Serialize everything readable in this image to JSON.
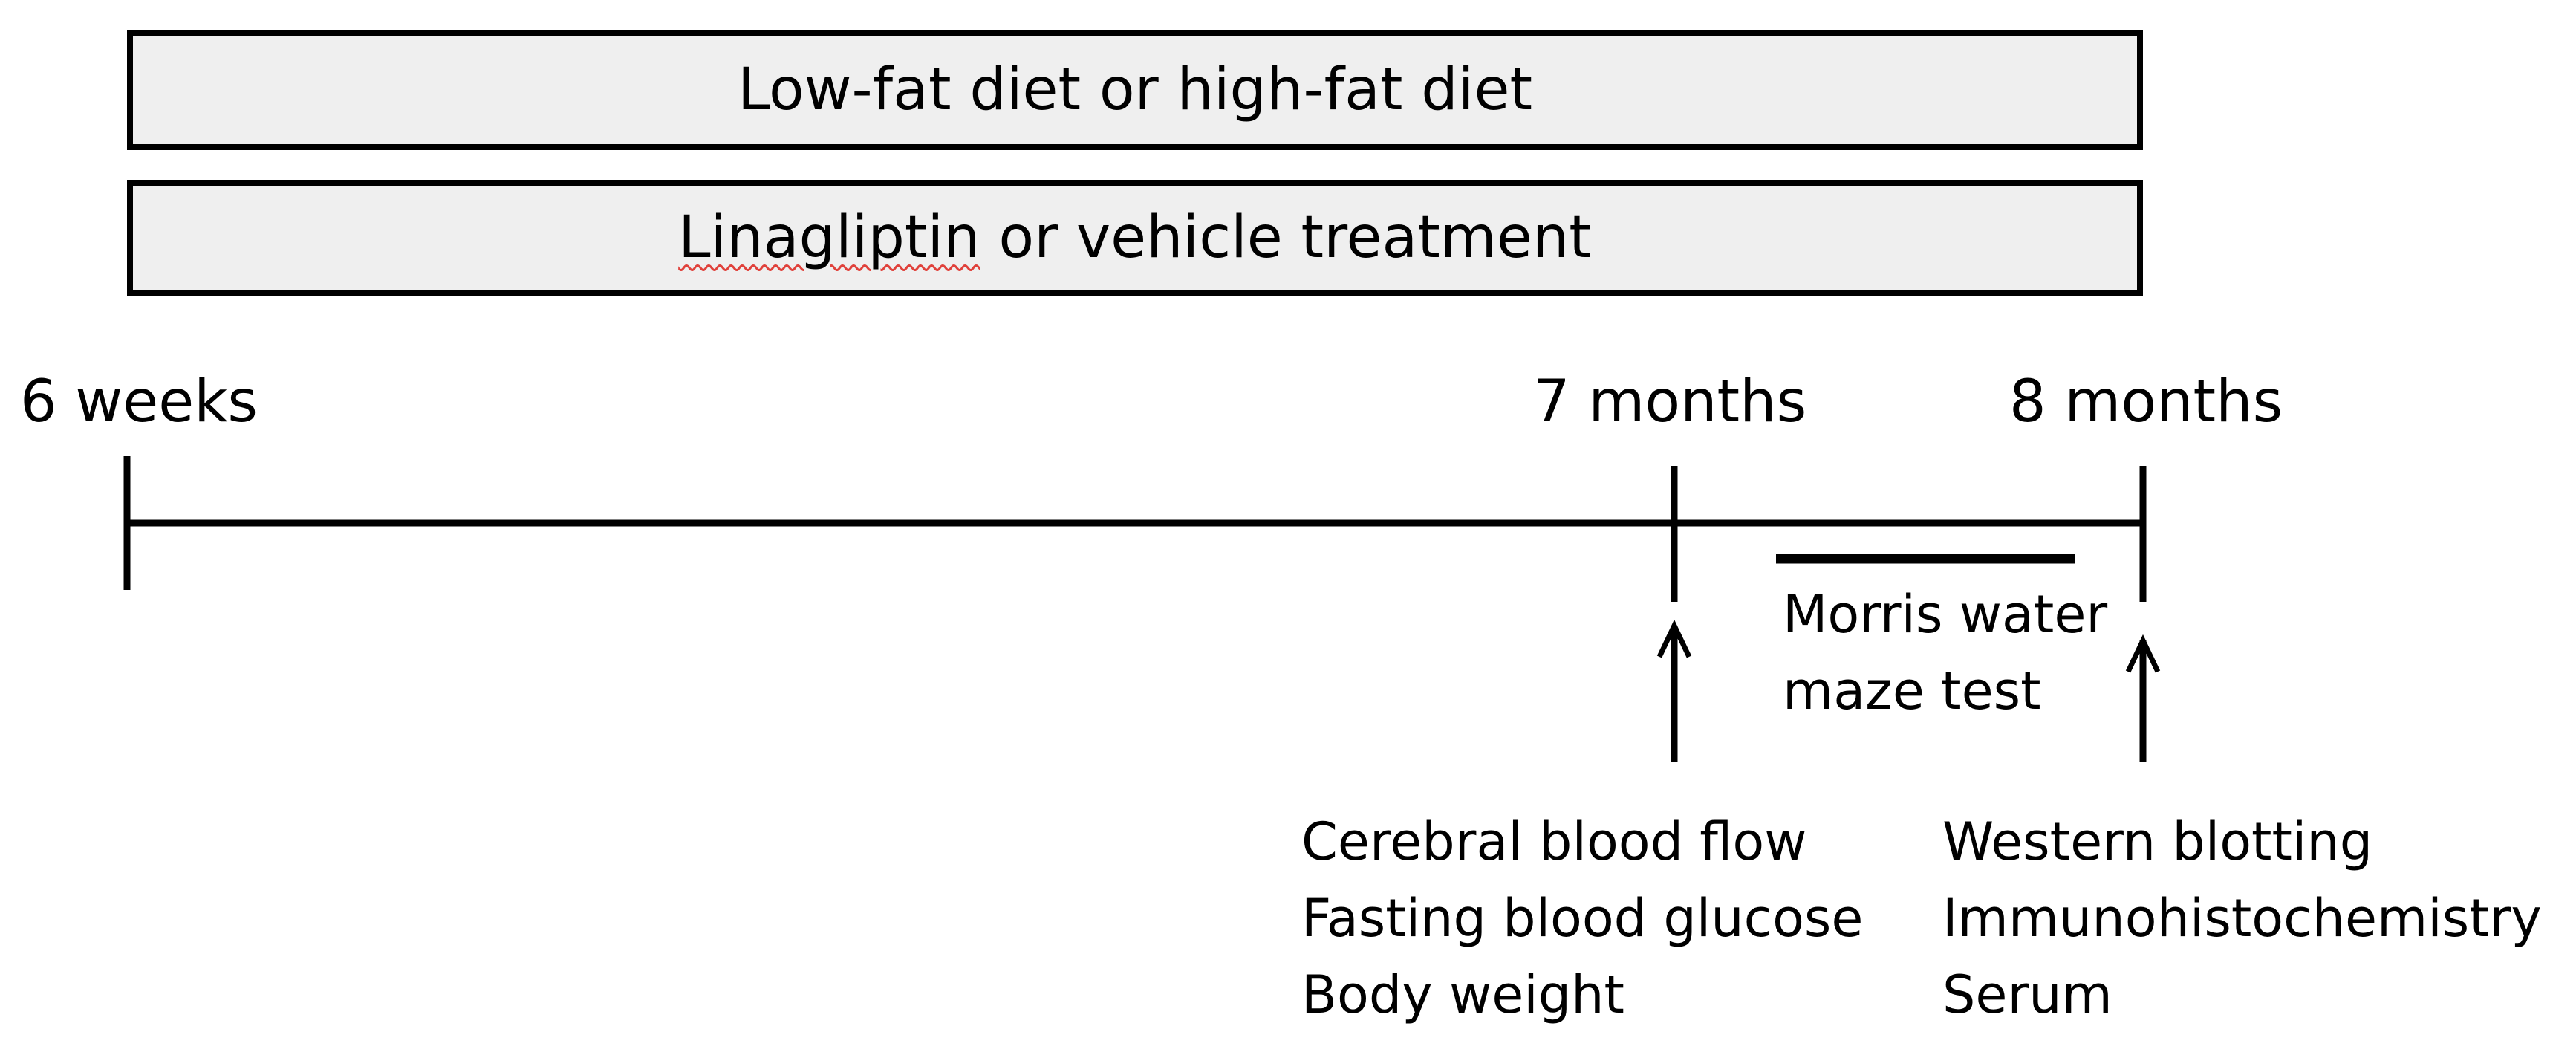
{
  "bars": {
    "diet": "Low-fat diet or high-fat diet",
    "treatment_drug": "Linagliptin",
    "treatment_rest": " or vehicle treatment"
  },
  "timepoints": {
    "start": "6 weeks",
    "mid": "7 months",
    "end": "8 months"
  },
  "test": {
    "line1": "Morris water",
    "line2": "maze test"
  },
  "measurements_mid": [
    "Cerebral blood flow",
    "Fasting blood glucose",
    "Body weight"
  ],
  "measurements_end": [
    "Western blotting",
    "Immunohistochemistry",
    "Serum"
  ],
  "colors": {
    "line": "#000000",
    "bar_fill": "#efefef",
    "spellcheck_underline": "#e0413b"
  }
}
